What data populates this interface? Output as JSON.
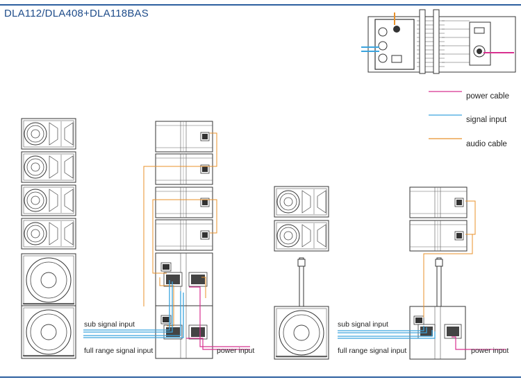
{
  "page": {
    "title": "DLA112/DLA408+DLA118BAS"
  },
  "legend": [
    {
      "label": "power cable",
      "color": "#d8308f"
    },
    {
      "label": "signal input",
      "color": "#3aa3dd"
    },
    {
      "label": "audio cable",
      "color": "#e8902a"
    }
  ],
  "labels": {
    "sub_signal_input": "sub signal input",
    "full_range_signal_input": "full range signal input",
    "power_input": "power input"
  },
  "colors": {
    "rule": "#2b5e9e",
    "title": "#1e4c8a",
    "power": "#d8308f",
    "signal": "#3aa3dd",
    "audio": "#e8902a",
    "line": "#333333"
  }
}
